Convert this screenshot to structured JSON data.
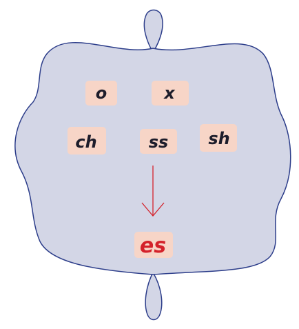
{
  "diagram": {
    "colors": {
      "cloud_fill": "#d3d6e6",
      "cloud_stroke": "#2c3d8a",
      "tile_fill": "#f7d5c7",
      "text": "#1d1d2b",
      "result_text": "#d4212a",
      "arrow": "#d4212a"
    },
    "endings": [
      {
        "label": "o"
      },
      {
        "label": "x"
      },
      {
        "label": "ch"
      },
      {
        "label": "ss"
      },
      {
        "label": "sh"
      }
    ],
    "result": {
      "label": "es"
    },
    "arrow_icon": "down-arrow-icon"
  }
}
